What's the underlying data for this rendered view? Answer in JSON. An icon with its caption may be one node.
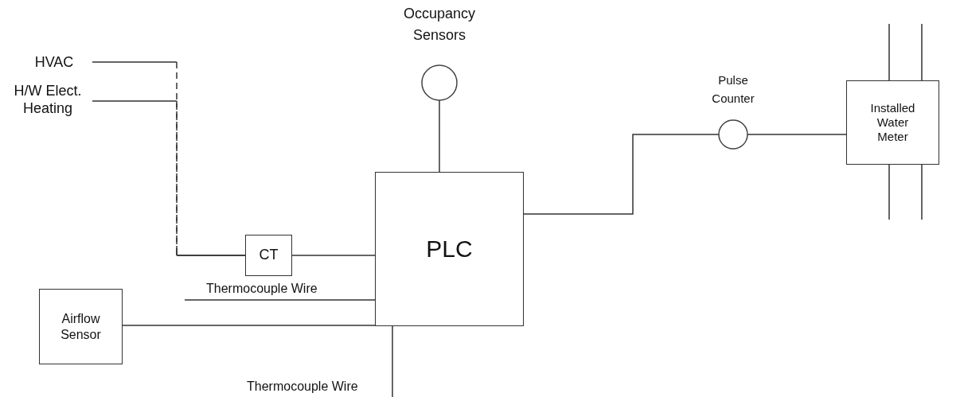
{
  "diagram": {
    "nodes": [
      {
        "text": [
          "HVAC"
        ]
      },
      {
        "text": [
          "H/W Elect. Heating"
        ]
      },
      {
        "text": [
          "Occupancy Sensors"
        ]
      },
      {
        "text": [
          "Pulse Counter"
        ]
      },
      {
        "text": [
          "Installed Water Meter"
        ]
      },
      {
        "text": [
          "PLC"
        ]
      },
      {
        "text": [
          "CT"
        ]
      },
      {
        "text": [
          "Airflow Sensor"
        ]
      }
    ],
    "edges": [
      {
        "from": 0,
        "to": 6,
        "arrow": "none",
        "style": "dashed"
      },
      {
        "from": 1,
        "to": 6,
        "arrow": "none",
        "style": "dashed"
      },
      {
        "from": 6,
        "to": 5,
        "arrow": "none"
      },
      {
        "from": 2,
        "to": 5,
        "arrow": "none"
      },
      {
        "from": 5,
        "to": 3,
        "arrow": "none"
      },
      {
        "from": 3,
        "to": 4,
        "arrow": "none"
      },
      {
        "from": 7,
        "to": 5,
        "arrow": "none"
      },
      {
        "from": null,
        "to": 5,
        "arrow": "none",
        "label": "Thermocouple Wire"
      },
      {
        "from": 5,
        "to": null,
        "arrow": "none",
        "label": "Thermocouple Wire"
      }
    ]
  }
}
